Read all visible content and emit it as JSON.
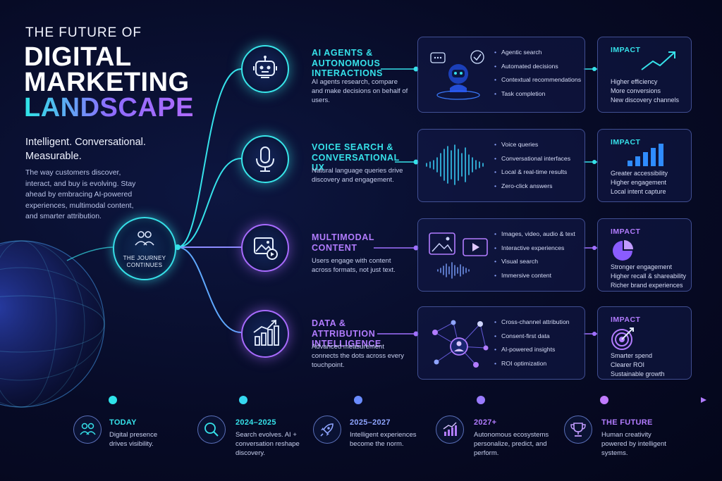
{
  "header": {
    "pre_title": "THE FUTURE OF",
    "title_line1": "DIGITAL",
    "title_line2": "MARKETING",
    "title_line3": "LANDSCAPE",
    "tagline": "Intelligent. Conversational. Measurable.",
    "intro": "The way customers discover, interact, and buy is evolving. Stay ahead by embracing AI-powered experiences, multimodal content, and smarter attribution."
  },
  "hub": {
    "label": "THE JOURNEY CONTINUES",
    "icon": "people-icon"
  },
  "rows": [
    {
      "title": "AI AGENTS & AUTONOMOUS INTERACTIONS",
      "description": "AI agents research, compare and make decisions on behalf of users.",
      "icon": "robot-icon",
      "bullets": [
        "Agentic search",
        "Automated decisions",
        "Contextual recommendations",
        "Task completion"
      ],
      "impact_title": "IMPACT",
      "impact": [
        "Higher efficiency",
        "More conversions",
        "New discovery channels"
      ]
    },
    {
      "title": "VOICE SEARCH & CONVERSATIONAL UX",
      "description": "Natural language queries drive discovery and engagement.",
      "icon": "microphone-icon",
      "bullets": [
        "Voice queries",
        "Conversational interfaces",
        "Local & real-time results",
        "Zero-click answers"
      ],
      "impact_title": "IMPACT",
      "impact": [
        "Greater accessibility",
        "Higher engagement",
        "Local intent capture"
      ]
    },
    {
      "title": "MULTIMODAL CONTENT",
      "description": "Users engage with content across formats, not just text.",
      "icon": "image-play-icon",
      "bullets": [
        "Images, video, audio & text",
        "Interactive experiences",
        "Visual search",
        "Immersive content"
      ],
      "impact_title": "IMPACT",
      "impact": [
        "Stronger engagement",
        "Higher recall & shareability",
        "Richer brand experiences"
      ]
    },
    {
      "title": "DATA & ATTRIBUTION INTELLIGENCE",
      "description": "Advanced measurement connects the dots across every touchpoint.",
      "icon": "bar-chart-icon",
      "bullets": [
        "Cross-channel attribution",
        "Consent-first data",
        "AI-powered insights",
        "ROI optimization"
      ],
      "impact_title": "IMPACT",
      "impact": [
        "Smarter spend",
        "Clearer ROI",
        "Sustainable growth"
      ]
    }
  ],
  "timeline": [
    {
      "label": "TODAY",
      "description": "Digital presence drives visibility.",
      "icon": "people-icon"
    },
    {
      "label": "2024–2025",
      "description": "Search evolves. AI + conversation reshape discovery.",
      "icon": "search-icon"
    },
    {
      "label": "2025–2027",
      "description": "Intelligent experiences become the norm.",
      "icon": "rocket-icon"
    },
    {
      "label": "2027+",
      "description": "Autonomous ecosystems personalize, predict, and perform.",
      "icon": "growth-chart-icon"
    },
    {
      "label": "THE FUTURE",
      "description": "Human creativity powered by intelligent systems.",
      "icon": "trophy-icon"
    }
  ],
  "colors": {
    "cyan": "#36e2ea",
    "purple": "#b27cff",
    "background": "#070b26"
  }
}
